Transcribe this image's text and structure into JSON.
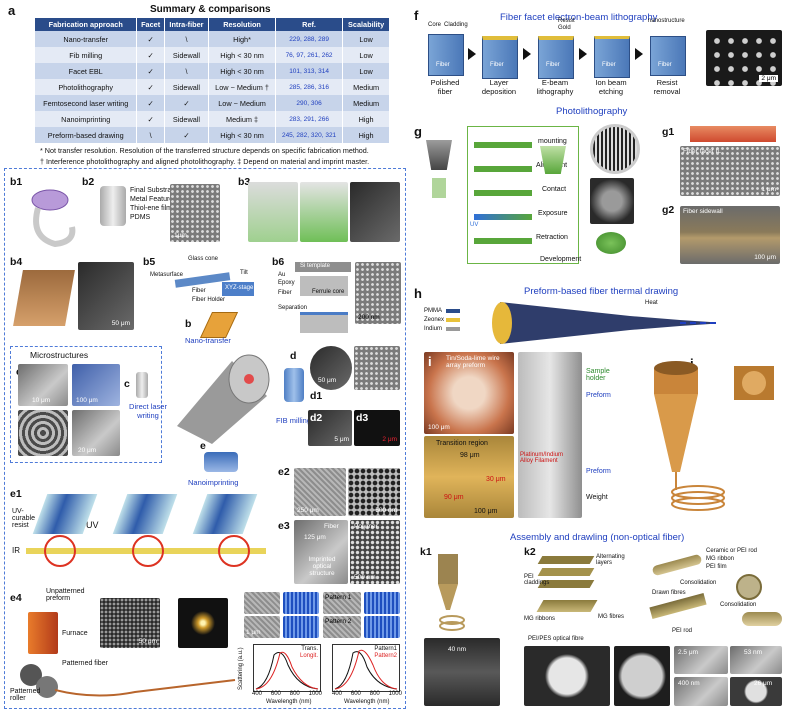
{
  "panel_a": {
    "label": "a",
    "title": "Summary & comparisons",
    "headers": [
      "Fabrication approach",
      "Facet",
      "Intra-fiber",
      "Resolution",
      "Ref.",
      "Scalability"
    ],
    "rows": [
      [
        "Nano-transfer",
        "✓",
        "\\",
        "High*",
        "229, 288, 289",
        "Low"
      ],
      [
        "Fib milling",
        "✓",
        "Sidewall",
        "High < 30 nm",
        "76, 97, 261, 262",
        "Low"
      ],
      [
        "Facet EBL",
        "✓",
        "\\",
        "High < 30 nm",
        "101, 313, 314",
        "Low"
      ],
      [
        "Photolithography",
        "✓",
        "Sidewall",
        "Low ~ Medium †",
        "285, 286, 316",
        "Medium"
      ],
      [
        "Femtosecond laser writing",
        "✓",
        "✓",
        "Low ~ Medium",
        "290, 306",
        "Medium"
      ],
      [
        "Nanoimprinting",
        "✓",
        "Sidewall",
        "Medium ‡",
        "283, 291, 266",
        "High"
      ],
      [
        "Preform-based drawing",
        "\\",
        "✓",
        "High < 30 nm",
        "245, 282, 320, 321",
        "High"
      ]
    ],
    "notes": [
      "*  Not transfer resolution. Resolution of the transferred structure depends on specific fabrication method.",
      "†  Interference photolithography and aligned photolithography. ‡ Depend on material and imprint master."
    ]
  },
  "panel_b": {
    "labels": {
      "b1": "b1",
      "b2": "b2",
      "b3": "b3",
      "b4": "b4",
      "b5": "b5",
      "b6": "b6",
      "b": "b"
    },
    "b2_layers": [
      "Final Substrate",
      "Metal Features",
      "Thiol-ene film",
      "PDMS"
    ],
    "b2_scale": "1μm",
    "b4_scale": "50 μm",
    "b5_texts": [
      "Glass cone",
      "Metasurface",
      "Tilt",
      "Fiber",
      "Fiber Holder",
      "XYZ-stage"
    ],
    "b6_texts": [
      "Si template",
      "Au",
      "Epoxy",
      "Fiber",
      "Ferrule core",
      "Separation",
      "200 nm"
    ],
    "b_caption": "Nano-transfer"
  },
  "panel_c": {
    "section_title": "Microstructures",
    "labels": {
      "c1": "c1",
      "c2": "c2",
      "c": "c"
    },
    "scales": [
      "10 μm",
      "100 μm",
      "20 μm"
    ],
    "caption": "Direct laser writing"
  },
  "panel_d": {
    "labels": {
      "d": "d",
      "d1": "d1",
      "d2": "d2",
      "d3": "d3"
    },
    "caption": "FIB milling",
    "scales": [
      "50 μm",
      "5 μm",
      "2 μm"
    ]
  },
  "panel_e": {
    "labels": {
      "e": "e",
      "e1": "e1",
      "e2": "e2",
      "e3": "e3",
      "e4": "e4"
    },
    "caption": "Nanoimprinting",
    "e1_texts": [
      "UV-curable resist",
      "UV",
      "IR"
    ],
    "e2_scales": [
      "250 μm",
      "500 nm"
    ],
    "e3_texts": [
      "Fiber",
      "125 μm",
      "Polymer",
      "Imprinted optical structure",
      "500 nm"
    ],
    "e4_texts": [
      "Unpatterned preform",
      "Furnace",
      "Patterned fiber",
      "Patterned roller",
      "50 μm",
      "1 μm",
      "Pattern 1",
      "Pattern 2"
    ],
    "plot1_legend": [
      "Trans.",
      "Longit."
    ],
    "plot2_legend": [
      "Pattern1",
      "Pattern2"
    ],
    "plot_xlabel": "Wavelength (nm)",
    "plot_ylabel": "Scattering (a.u.)",
    "plot_xticks": [
      "400",
      "600",
      "800",
      "1000"
    ]
  },
  "panel_f": {
    "label": "f",
    "title": "Fiber facet electron-beam lithography",
    "steps": [
      "Polished fiber",
      "Layer deposition",
      "E-beam lithography",
      "Ion beam etching",
      "Resist removal"
    ],
    "texts": [
      "Core",
      "Cladding",
      "Resist",
      "Gold",
      "nanostructure",
      "Fiber"
    ],
    "scale": "2 μm"
  },
  "panel_g": {
    "title": "Photolithography",
    "labels": {
      "g": "g",
      "g1": "g1",
      "g2": "g2"
    },
    "steps": [
      "mounting",
      "Alignment",
      "Contact",
      "Exposure",
      "Retraction",
      "Development"
    ],
    "uv": "UV",
    "g1_text": "Fiber facet IL",
    "g1_scale": "1 μm",
    "g2_text": "Fiber sidewall",
    "g2_scale": "100 μm"
  },
  "panel_h": {
    "label": "h",
    "title": "Preform-based fiber thermal drawing",
    "legend": [
      "PMMA",
      "Zeonex",
      "Indium"
    ],
    "heat": "Heat"
  },
  "panel_i": {
    "label": "i",
    "texts": [
      "Tin/Soda-lime wire array preform",
      "100 μm",
      "Transition region",
      "98 μm",
      "30 μm",
      "90 μm",
      "100 μm",
      "Sample holder",
      "Preform",
      "Platinum/Indium Alloy Filament",
      "Preform",
      "Weight"
    ]
  },
  "panel_j": {
    "label": "j"
  },
  "panel_k": {
    "title": "Assembly and drawling (non-optical fiber)",
    "labels": {
      "k1": "k1",
      "k2": "k2"
    },
    "k1_scale": "40 nm",
    "k2_texts": [
      "Alternating layers",
      "PEI claddings",
      "Ceramic or PEI rod",
      "MG ribbon",
      "PEI film",
      "Consolidation",
      "MG ribbons",
      "MG fibres",
      "Drawn fibres",
      "Consolidation",
      "PEI rod",
      "PEI/PES optical fibre",
      "2.5 μm",
      "53 nm",
      "400 nm",
      "26 μm"
    ]
  }
}
